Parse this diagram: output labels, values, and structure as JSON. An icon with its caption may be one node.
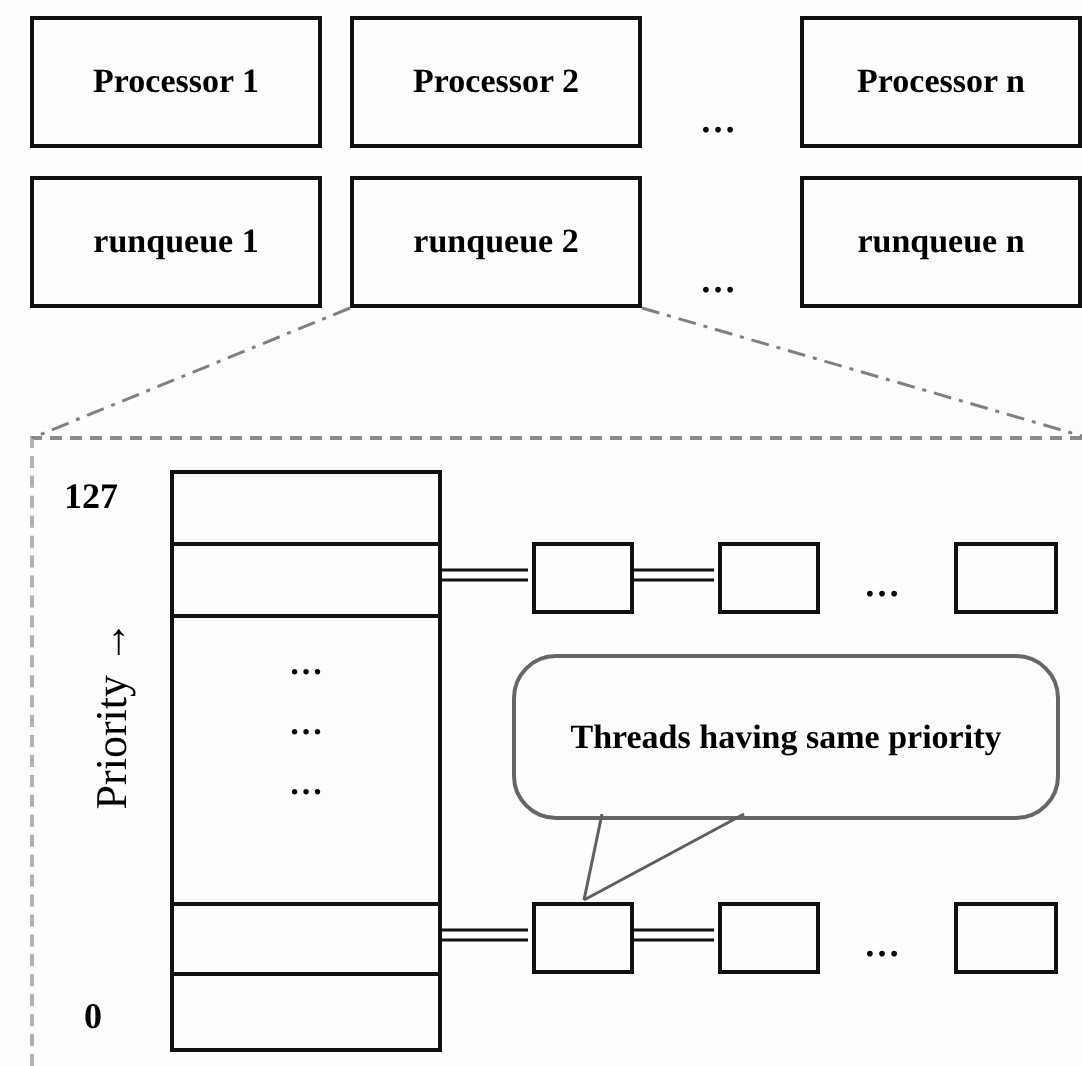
{
  "diagram": {
    "nodes": [
      {
        "text": [
          "Processor 1"
        ]
      },
      {
        "text": [
          "Processor 2"
        ]
      },
      {
        "text": [
          "Processor n"
        ]
      },
      {
        "text": [
          "runqueue 1"
        ]
      },
      {
        "text": [
          "runqueue 2"
        ]
      },
      {
        "text": [
          "runqueue n"
        ]
      },
      {
        "text": [],
        "shape": "box"
      },
      {
        "text": [],
        "shape": "box",
        "in": 6
      },
      {
        "text": [],
        "shape": "box",
        "in": 6
      },
      {
        "text": [
          "…",
          "…",
          "…"
        ],
        "in": 6
      },
      {
        "text": [],
        "shape": "box",
        "in": 6
      },
      {
        "text": [],
        "shape": "box",
        "in": 6
      },
      {
        "text": [],
        "shape": "box",
        "in": 6
      },
      {
        "text": [],
        "shape": "box",
        "in": 6
      },
      {
        "text": [],
        "shape": "box",
        "in": 6
      },
      {
        "text": [],
        "shape": "box",
        "in": 6
      },
      {
        "text": [],
        "shape": "box",
        "in": 6
      },
      {
        "text": [],
        "shape": "box",
        "in": 6
      },
      {
        "text": [
          "Threads having same priority"
        ],
        "in": 6
      }
    ],
    "edges": [
      {
        "from": 4,
        "to": 6,
        "arrow": "none",
        "style": "dashed",
        "color": "#808080"
      },
      {
        "from": 4,
        "to": 6,
        "arrow": "none",
        "style": "dashed",
        "color": "#808080"
      },
      {
        "from": 8,
        "to": 12,
        "arrow": "none"
      },
      {
        "from": 12,
        "to": 13,
        "arrow": "none"
      },
      {
        "from": 10,
        "to": 15,
        "arrow": "none"
      },
      {
        "from": 15,
        "to": 16,
        "arrow": "none"
      },
      {
        "from": 18,
        "to": 15,
        "arrow": "none",
        "color": "#5f5f5f"
      }
    ],
    "labels": [
      "…",
      "…",
      "127",
      "…",
      "Priority →",
      "…",
      "0"
    ]
  }
}
